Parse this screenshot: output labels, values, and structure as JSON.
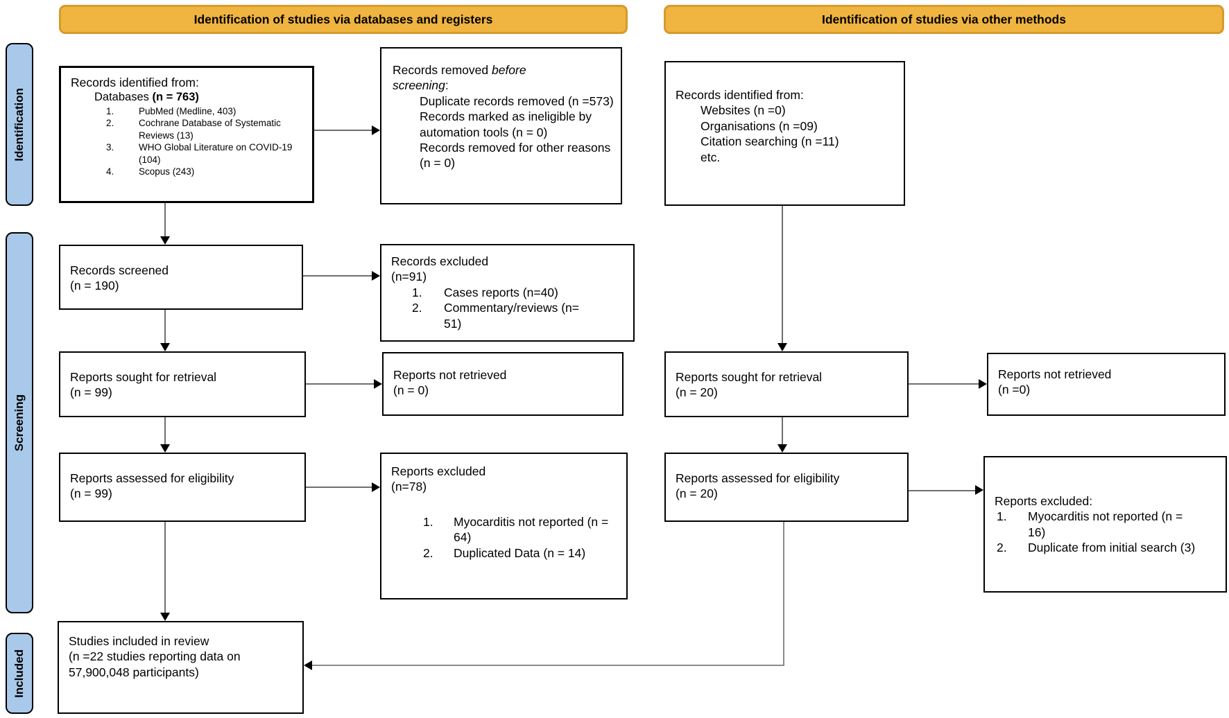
{
  "colors": {
    "banner_fill": "#F0B441",
    "banner_border": "#D79A2B",
    "sidebar_fill": "#A9C9EA"
  },
  "banners": {
    "left": "Identification of studies via databases and registers",
    "right": "Identification of studies via other methods"
  },
  "sidebar": {
    "identification": "Identification",
    "screening": "Screening",
    "included": "Included"
  },
  "boxes": {
    "records_identified_db": {
      "title": "Records identified from:",
      "subtitle_plain": "Databases ",
      "subtitle_bold": "(n = 763)",
      "items": [
        "PubMed (Medline, 403)",
        "Cochrane Database of Systematic Reviews (13)",
        "WHO Global Literature on COVID-19 (104)",
        "Scopus (243)"
      ]
    },
    "records_removed": {
      "lead_plain": "Records removed ",
      "lead_italic": "before screening",
      "lead_tail": ":",
      "items": [
        "Duplicate records removed (n =573)",
        "Records marked as ineligible by automation tools (n = 0)",
        "Records removed for other reasons (n = 0)"
      ]
    },
    "records_identified_other": {
      "title": "Records identified from:",
      "items": [
        "Websites (n =0)",
        "Organisations (n =09)",
        "Citation searching (n =11)",
        "etc."
      ]
    },
    "records_screened": {
      "line1": "Records screened",
      "line2": "(n = 190)"
    },
    "records_excluded": {
      "line1": "Records excluded",
      "line2": "(n=91)",
      "items": [
        "Cases reports (n=40)",
        "Commentary/reviews (n= 51)"
      ]
    },
    "reports_sought_db": {
      "line1": "Reports sought for retrieval",
      "line2": "(n = 99)"
    },
    "reports_not_retrieved_db": {
      "line1": "Reports not retrieved",
      "line2": "(n = 0)"
    },
    "reports_assessed_db": {
      "line1": "Reports assessed for eligibility",
      "line2": "(n = 99)"
    },
    "reports_excluded_db": {
      "line1": "Reports excluded",
      "line2": "(n=78)",
      "items": [
        "Myocarditis not reported (n = 64)",
        "Duplicated Data (n = 14)"
      ]
    },
    "studies_included": {
      "line1": "Studies included in review",
      "line2": "(n =22 studies reporting data on 57,900,048 participants)"
    },
    "reports_sought_other": {
      "line1": "Reports sought for retrieval",
      "line2": "(n = 20)"
    },
    "reports_not_retrieved_other": {
      "line1": "Reports not retrieved",
      "line2": "(n =0)"
    },
    "reports_assessed_other": {
      "line1": "Reports assessed for eligibility",
      "line2": "(n = 20)"
    },
    "reports_excluded_other": {
      "title": "Reports excluded:",
      "items": [
        "Myocarditis not reported (n = 16)",
        "Duplicate from initial search (3)"
      ]
    }
  }
}
